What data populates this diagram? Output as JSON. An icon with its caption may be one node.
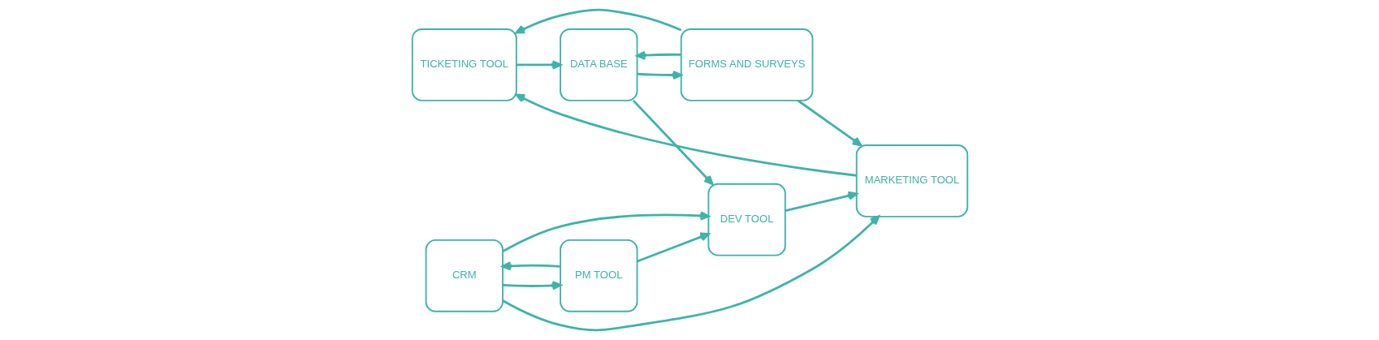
{
  "diagram": {
    "nodes": [
      {
        "text": [
          "TICKETING TOOL"
        ]
      },
      {
        "text": [
          "FORMS AND SURVEYS"
        ]
      },
      {
        "text": [
          "MARKETING TOOL"
        ]
      },
      {
        "text": [
          "DATA BASE"
        ]
      },
      {
        "text": [
          "CRM"
        ]
      },
      {
        "text": [
          "DEV TOOL"
        ]
      },
      {
        "text": [
          "PM TOOL"
        ]
      }
    ],
    "edges": [
      {
        "from": 1,
        "to": 0,
        "arrow": "to"
      },
      {
        "from": 1,
        "to": 2,
        "arrow": "to"
      },
      {
        "from": 1,
        "to": 3,
        "arrow": "to"
      },
      {
        "from": 2,
        "to": 0,
        "arrow": "to"
      },
      {
        "from": 0,
        "to": 3,
        "arrow": "to"
      },
      {
        "from": 3,
        "to": 1,
        "arrow": "to"
      },
      {
        "from": 3,
        "to": 5,
        "arrow": "to"
      },
      {
        "from": 4,
        "to": 2,
        "arrow": "to"
      },
      {
        "from": 4,
        "to": 5,
        "arrow": "to"
      },
      {
        "from": 5,
        "to": 2,
        "arrow": "to"
      },
      {
        "from": 6,
        "to": 4,
        "arrow": "to"
      },
      {
        "from": 4,
        "to": 6,
        "arrow": "to"
      },
      {
        "from": 6,
        "to": 5,
        "arrow": "to"
      }
    ]
  }
}
